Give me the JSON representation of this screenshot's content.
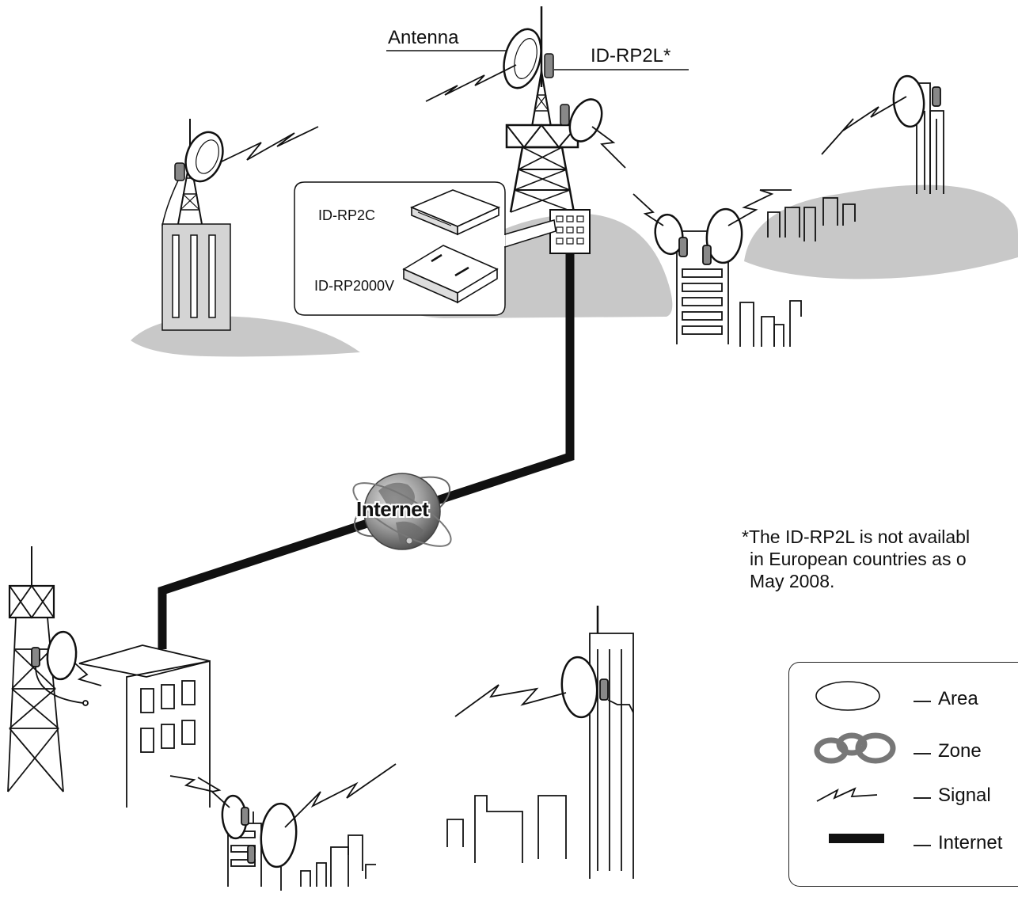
{
  "labels": {
    "antenna": "Antenna",
    "id_rp2l": "ID-RP2L*",
    "id_rp2c": "ID-RP2C",
    "id_rp2000v": "ID-RP2000V",
    "internet": "Internet"
  },
  "footnote": {
    "line1": "*The ID-RP2L is not availabl",
    "line2": "in European countries as o",
    "line3": "May 2008."
  },
  "legend": {
    "area": "Area",
    "zone": "Zone",
    "signal": "Signal",
    "internet": "Internet"
  },
  "colors": {
    "hill": "#c8c8c8",
    "building": "#d4d4d4",
    "line": "#111111",
    "zone_ring": "#777777",
    "globe": "#8a8a8a"
  }
}
